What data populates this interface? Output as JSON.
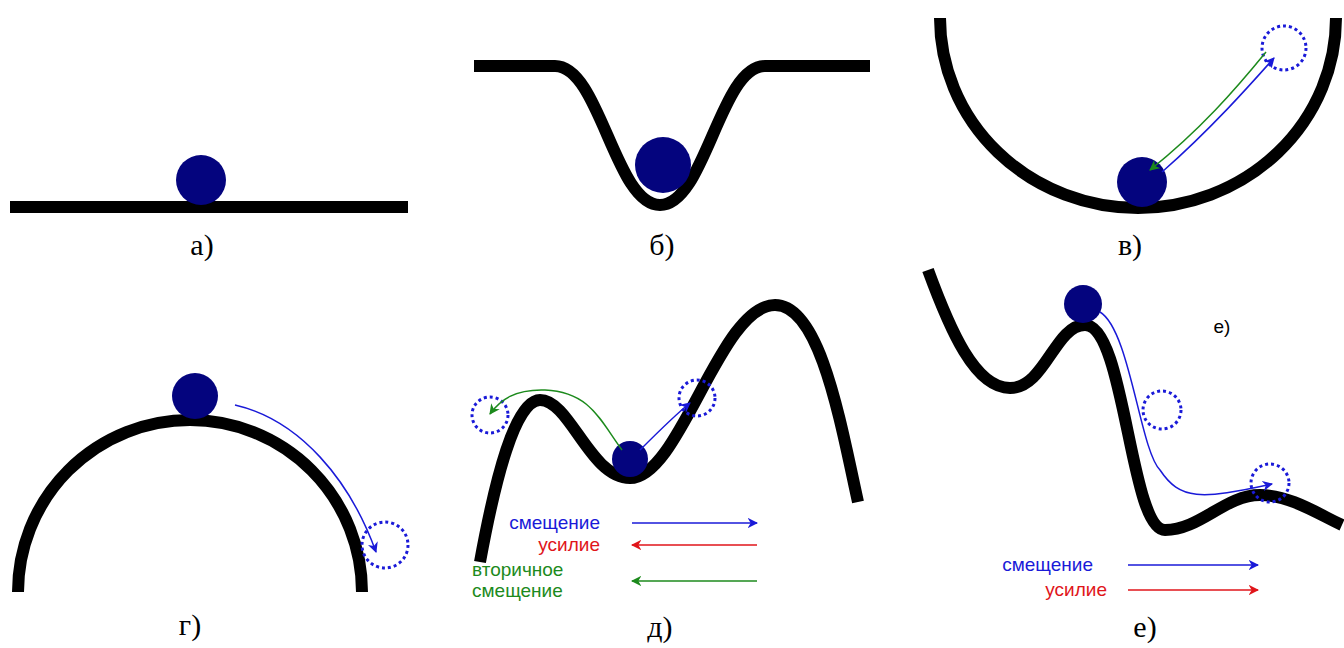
{
  "diagram": {
    "labels": [
      "а)",
      "б)",
      "в)",
      "е)",
      "г)",
      "д)",
      "е)"
    ],
    "legend": [
      {
        "text": "смещение"
      },
      {
        "text": "усилие"
      },
      {
        "text": "вторичное смещение"
      },
      {
        "text": "смещение"
      },
      {
        "text": "усилие"
      }
    ]
  }
}
